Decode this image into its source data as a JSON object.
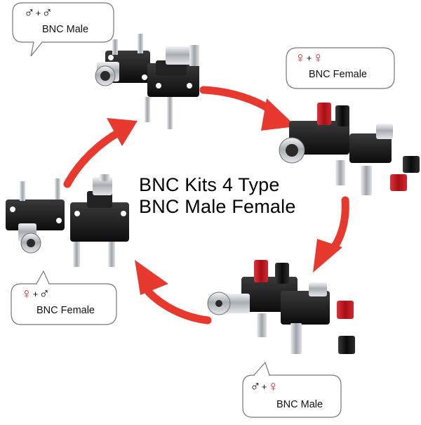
{
  "headline": {
    "line1": "BNC Kits 4 Type",
    "line2": "BNC Male Female"
  },
  "bubbles": [
    {
      "sym_left": "♂",
      "plus": "+",
      "sym_right": "♂",
      "label": "BNC Male"
    },
    {
      "sym_left": "♀",
      "plus": "+",
      "sym_right": "♀",
      "label": "BNC Female"
    },
    {
      "sym_left": "♀",
      "plus": "+",
      "sym_right": "♂",
      "label": "BNC Female"
    },
    {
      "sym_left": "♂",
      "plus": "+",
      "sym_right": "♀",
      "label": "BNC Male"
    }
  ],
  "colors": {
    "arrow": "#e8392f",
    "female_symbol": "#d8262c",
    "male_symbol": "#111111",
    "connector_body": "#1b1b1b",
    "metal": "#b9bcc0",
    "red_cap": "#c4161c"
  }
}
